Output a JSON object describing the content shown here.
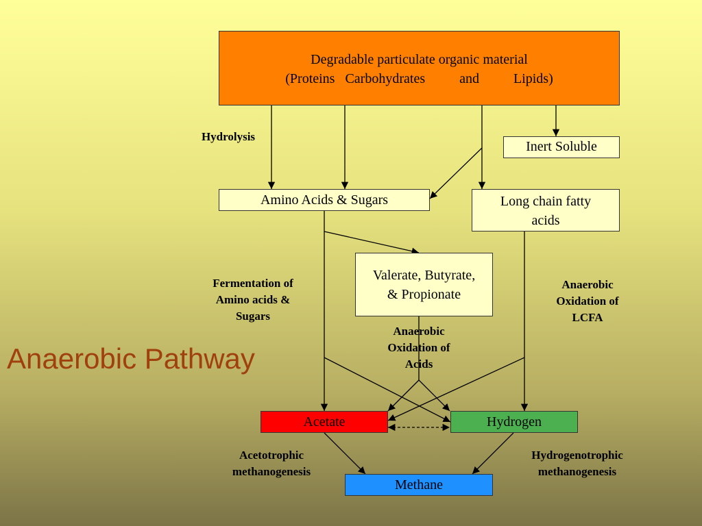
{
  "slide": {
    "title": "Anaerobic Pathway"
  },
  "nodes": {
    "particulate": {
      "line1": "Degradable particulate organic material",
      "line2": "(Proteins   Carbohydrates          and          Lipids)"
    },
    "inert": {
      "label": "Inert Soluble"
    },
    "amino": {
      "label": "Amino Acids & Sugars"
    },
    "lcfa": {
      "line1": "Long chain fatty",
      "line2": "acids"
    },
    "vfa": {
      "line1": "Valerate, Butyrate,",
      "line2": "& Propionate"
    },
    "acetate": {
      "label": "Acetate"
    },
    "hydrogen": {
      "label": "Hydrogen"
    },
    "methane": {
      "label": "Methane"
    }
  },
  "labels": {
    "hydrolysis": "Hydrolysis",
    "fermentation": {
      "line1": "Fermentation of",
      "line2": "Amino acids &",
      "line3": "Sugars"
    },
    "ox_lcfa": {
      "line1": "Anaerobic",
      "line2": "Oxidation of",
      "line3": "LCFA"
    },
    "ox_acids": {
      "line1": "Anaerobic",
      "line2": "Oxidation of",
      "line3": "Acids"
    },
    "acetotrophic": {
      "line1": "Acetotrophic",
      "line2": "methanogenesis"
    },
    "hydrogenotrophic": {
      "line1": "Hydrogenotrophic",
      "line2": "methanogenesis"
    }
  },
  "colors": {
    "main": "#ff8000",
    "acetate": "#ff0000",
    "hydrogen": "#4caf50",
    "methane": "#1e90ff",
    "title": "#a0400e"
  }
}
